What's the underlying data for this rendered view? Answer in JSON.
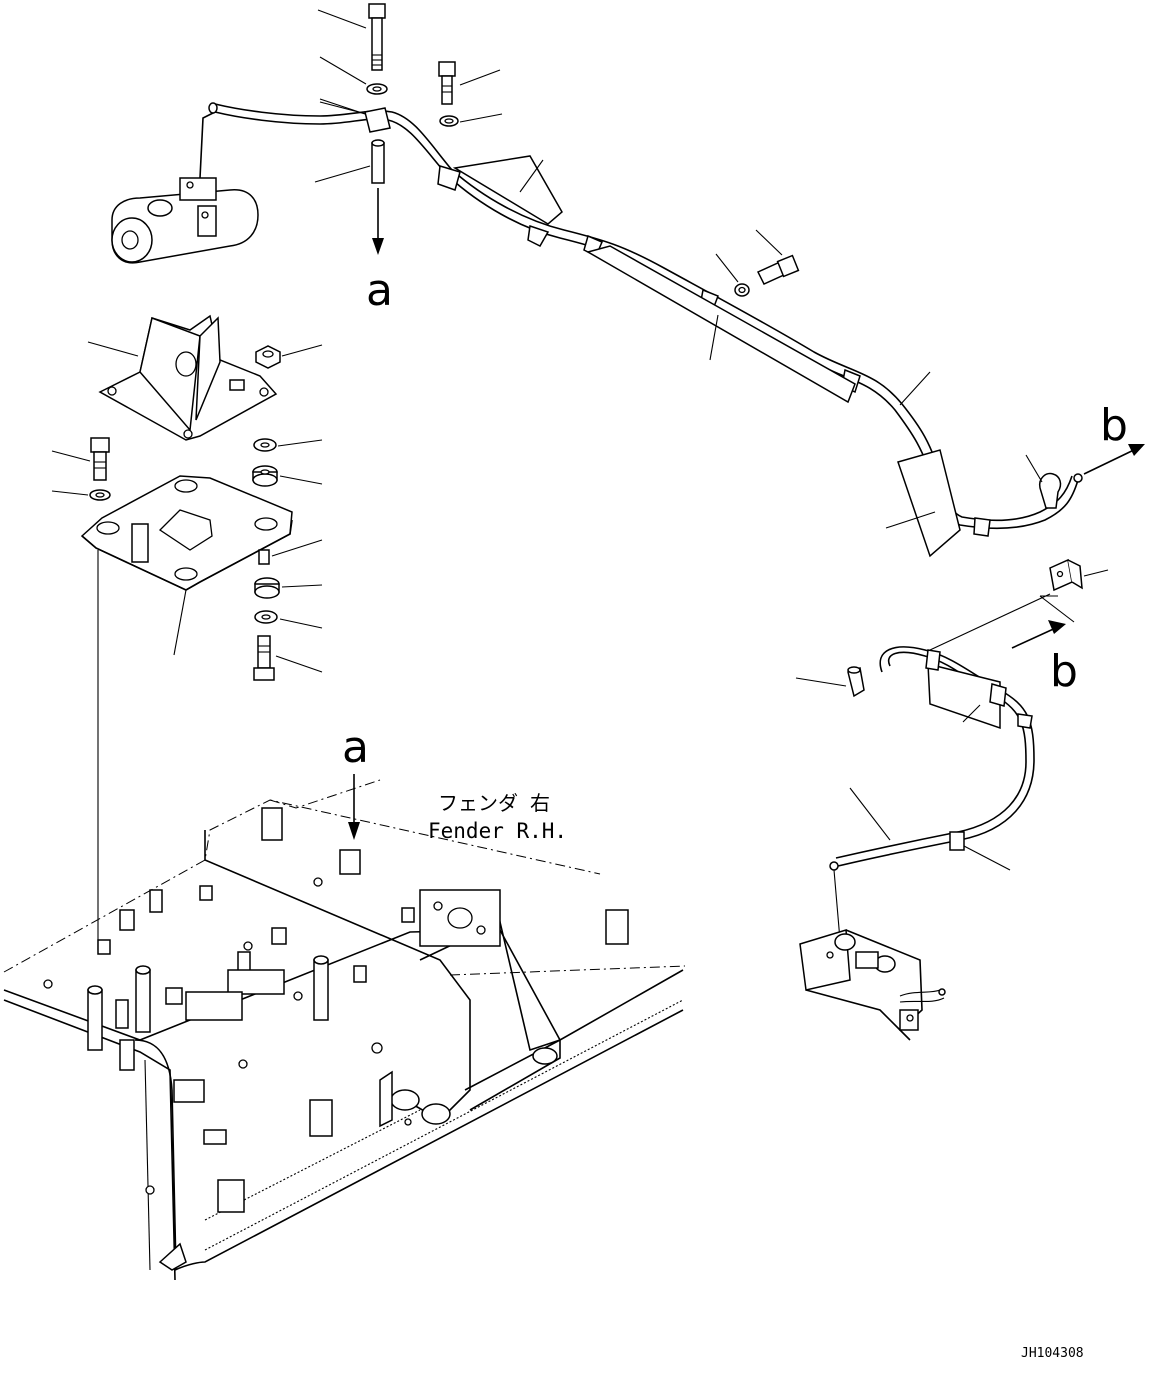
{
  "callouts": {
    "a_top": "a",
    "a_bottom": "a",
    "b_right": "b",
    "b_lower": "b"
  },
  "fender_label": {
    "japanese": "フェンダ 右",
    "english": "Fender R.H."
  },
  "drawing_number": "JH104308"
}
